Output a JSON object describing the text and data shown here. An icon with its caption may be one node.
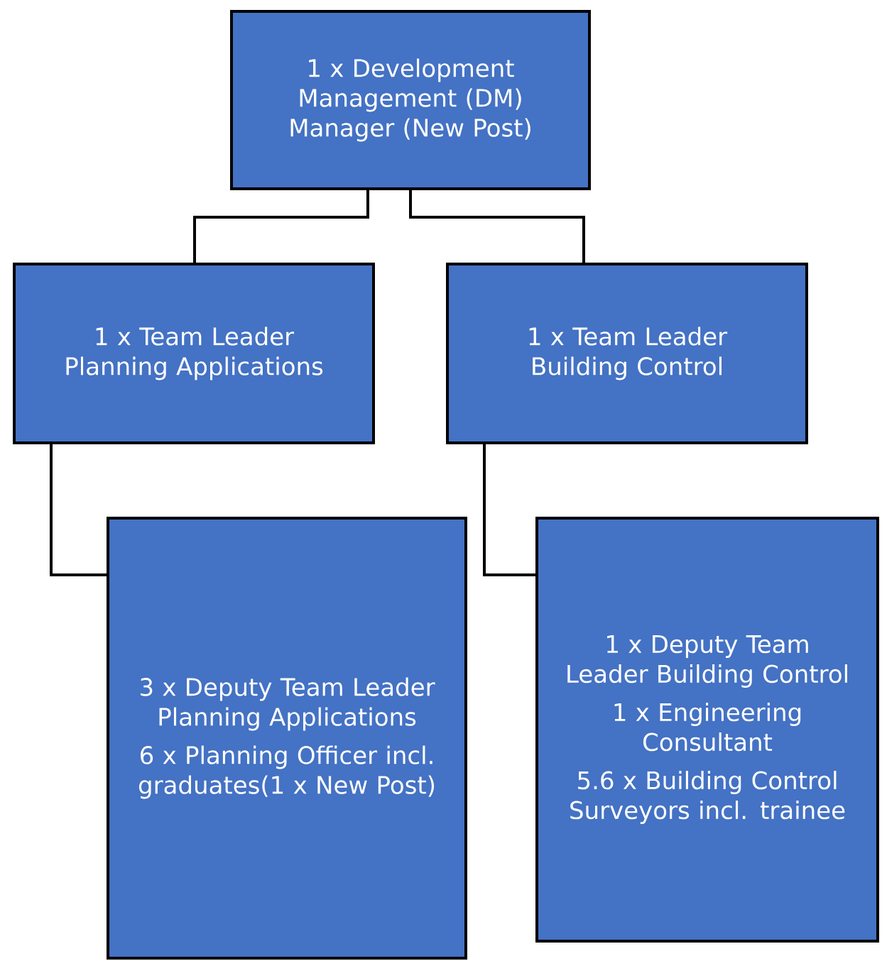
{
  "diagram": {
    "nodes": [
      {
        "text": [
          "1 x Development Management (DM) Manager (New Post)"
        ]
      },
      {
        "text": [
          "1 x Team Leader Planning Applications"
        ]
      },
      {
        "text": [
          "1 x Team Leader Building Control"
        ]
      },
      {
        "text": [
          "3 x Deputy Team Leader Planning Applications",
          "6 x Planning Officer incl. graduates(1 x New Post)"
        ]
      },
      {
        "text": [
          "1 x Deputy Team Leader Building Control",
          "1 x Engineering Consultant",
          "5.6 x Building Control Surveyors incl. trainee"
        ]
      }
    ],
    "edges": [
      {
        "from": 0,
        "to": 1,
        "arrow": "none"
      },
      {
        "from": 0,
        "to": 2,
        "arrow": "none"
      },
      {
        "from": 1,
        "to": 3,
        "arrow": "none"
      },
      {
        "from": 2,
        "to": 4,
        "arrow": "none"
      }
    ]
  }
}
